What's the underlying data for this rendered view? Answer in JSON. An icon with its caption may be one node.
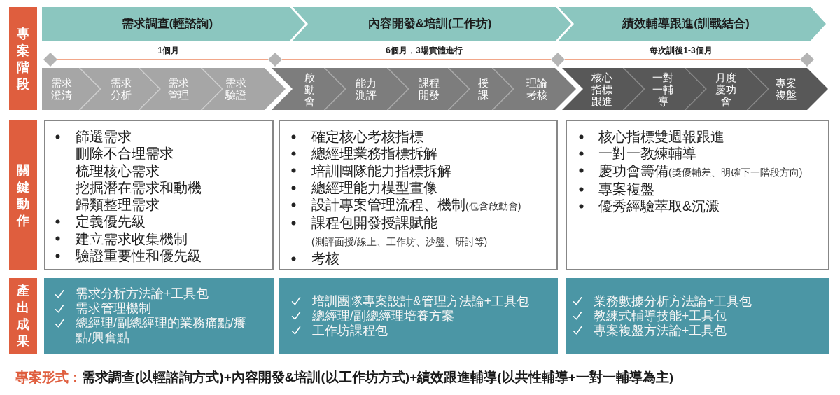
{
  "diagram": {
    "nodes": [
      {
        "text": [
          "專案階段"
        ]
      },
      {
        "text": [
          "需求調查(輕諮詢)"
        ]
      },
      {
        "text": [
          "內容開發&培訓(工作坊)"
        ]
      },
      {
        "text": [
          "績效輔導跟進(訓戰結合)"
        ]
      },
      {
        "text": [],
        "shape": "diamond"
      },
      {
        "text": [],
        "shape": "diamond"
      },
      {
        "text": [],
        "shape": "diamond"
      },
      {
        "text": [],
        "shape": "diamond"
      },
      {
        "text": [
          "需求澄清"
        ]
      },
      {
        "text": [
          "需求分析"
        ]
      },
      {
        "text": [
          "需求管理"
        ]
      },
      {
        "text": [
          "需求驗證"
        ]
      },
      {
        "text": [
          "啟動會"
        ]
      },
      {
        "text": [
          "能力測評"
        ]
      },
      {
        "text": [
          "課程開發"
        ]
      },
      {
        "text": [
          "授課"
        ]
      },
      {
        "text": [
          "理論考核"
        ]
      },
      {
        "text": [
          "核心指標跟進"
        ]
      },
      {
        "text": [
          "一對一輔導"
        ]
      },
      {
        "text": [
          "月度慶功會"
        ]
      },
      {
        "text": [
          "專案複盤"
        ]
      },
      {
        "text": [
          "關鍵動作"
        ]
      },
      {
        "text": [
          "篩選需求",
          "刪除不合理需求",
          "梳理核心需求",
          "挖掘潛在需求和動機",
          "歸類整理需求",
          "定義優先級",
          "建立需求收集機制",
          "驗證重要性和優先級"
        ]
      },
      {
        "text": [
          "確定核心考核指標",
          "總經理業務指標拆解",
          "培訓團隊能力指標拆解",
          "總經理能力模型畫像",
          "設計專案管理流程、機制",
          "(包含啟動會)",
          "課程包開發授課賦能",
          "(測評面授/線上、工作坊、沙盤、研討等)",
          "考核"
        ]
      },
      {
        "text": [
          "核心指標雙週報跟進",
          "一對一教練輔導",
          "慶功會籌備",
          "(獎優輔差、明確下一階段方向)",
          "專案複盤",
          "優秀經驗萃取&沉澱"
        ]
      },
      {
        "text": [
          "產出成果"
        ]
      },
      {
        "text": [
          "需求分析方法論+工具包",
          "需求管理機制",
          "總經理/副總經理的業務痛點/癢點/興奮點"
        ]
      },
      {
        "text": [
          "培訓團隊專案設計&管理方法論+工具包",
          "總經理/副總經理培養方案",
          "工作坊課程包"
        ]
      },
      {
        "text": [
          "業務數據分析方法論+工具包",
          "教練式輔導技能+工具包",
          "專案複盤方法論+工具包"
        ]
      }
    ],
    "edges": [
      {
        "from": 4,
        "to": 5,
        "arrow": "none",
        "label": "1個月"
      },
      {
        "from": 5,
        "to": 6,
        "arrow": "none",
        "label": "6個月．3場實體進行"
      },
      {
        "from": 6,
        "to": 7,
        "arrow": "none",
        "label": "每次訓後1-3個月"
      }
    ],
    "labels": [
      "專案形式：",
      "需求調查(以輕諮詢方式)+內容開發&培訓(以工作坊方式)+績效跟進輔導(以共性輔導+一對一輔導為主)"
    ]
  }
}
